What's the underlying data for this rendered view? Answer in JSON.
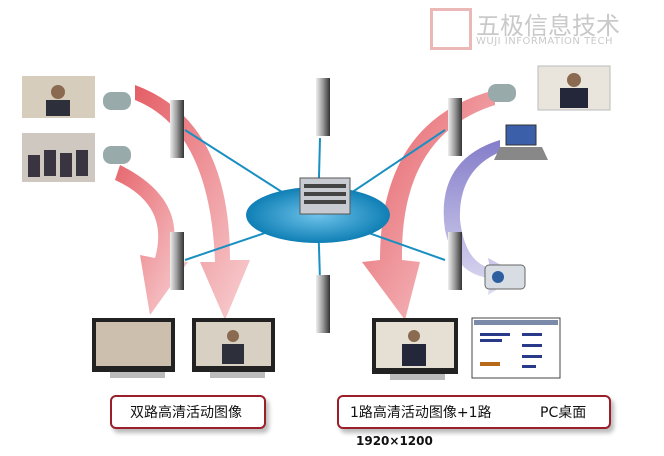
{
  "labels": {
    "left_box": "双路高清活动图像",
    "right_box_a": "1路高清活动图像+1路",
    "right_box_b": "PC桌面",
    "resolution": "1920×1200"
  },
  "watermark": {
    "cn": "五极信息技术",
    "en": "WUJI INFORMATION TECH"
  },
  "colors": {
    "arrow_red": "#e0414a",
    "arrow_blue": "#7b74c4",
    "hub": "#1a8fc2",
    "box_border": "#9a1f2a"
  }
}
